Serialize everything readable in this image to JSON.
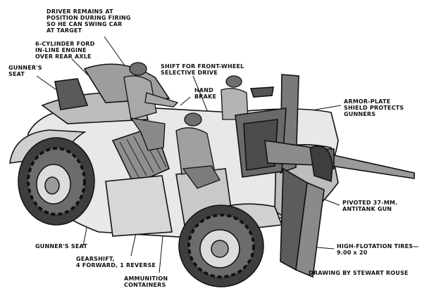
{
  "labels": {
    "driver": "DRIVER REMAINS AT\nPOSITION DURING FIRING\nSO HE CAN SWING CAR\nAT TARGET",
    "engine": "6-CYLINDER FORD\nIN-LINE ENGINE\nOVER REAR AXLE",
    "gunners_seat_top": "GUNNER'S\nSEAT",
    "shift_front_wheel": "SHIFT FOR FRONT-WHEEL\nSELECTIVE DRIVE",
    "hand_brake": "HAND\nBRAKE",
    "armor_plate": "ARMOR-PLATE\nSHIELD PROTECTS\nGUNNERS",
    "antitank_gun": "PIVOTED 37-MM.\nANTITANK GUN",
    "gunners_seat_bottom": "GUNNER'S SEAT",
    "gearshift": "GEARSHIFT,\n4 FORWARD, 1 REVERSE",
    "ammunition": "AMMUNITION\nCONTAINERS",
    "tires": "HIGH-FLOTATION TIRES—\n9.00 x 20",
    "credit": "DRAWING BY STEWART ROUSE"
  }
}
